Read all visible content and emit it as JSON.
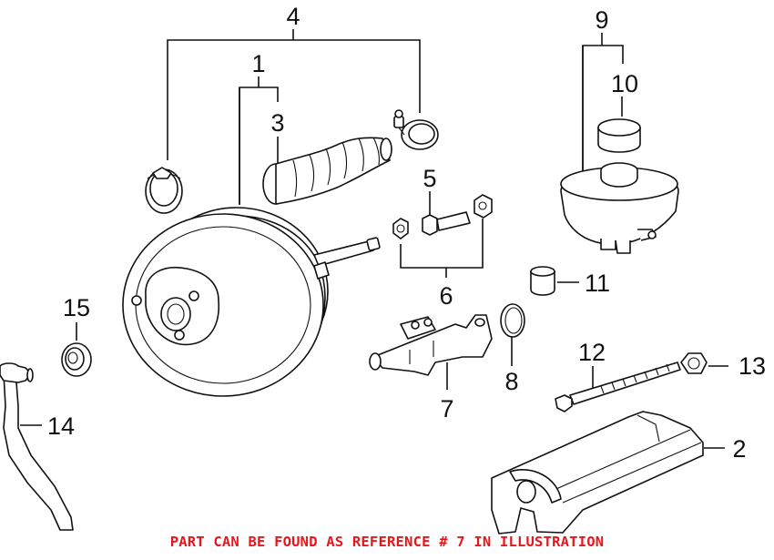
{
  "diagram": {
    "callouts": {
      "c1": "1",
      "c2": "2",
      "c3": "3",
      "c4": "4",
      "c5": "5",
      "c6": "6",
      "c7": "7",
      "c8": "8",
      "c9": "9",
      "c10": "10",
      "c11": "11",
      "c12": "12",
      "c13": "13",
      "c14": "14",
      "c15": "15"
    },
    "colors": {
      "line": "#111111",
      "note": "#e8161b",
      "background": "#ffffff"
    }
  },
  "footer": {
    "note": "PART CAN BE FOUND AS REFERENCE # 7 IN ILLUSTRATION"
  }
}
